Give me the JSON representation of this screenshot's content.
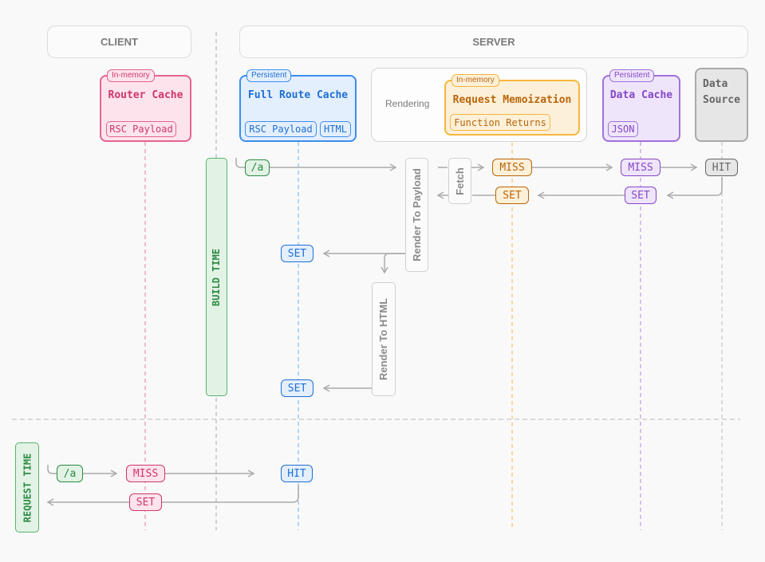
{
  "headers": {
    "client": "CLIENT",
    "server": "SERVER"
  },
  "router_cache": {
    "tag": "In-memory",
    "title": "Router Cache",
    "chips": [
      "RSC Payload"
    ]
  },
  "full_route_cache": {
    "tag": "Persistent",
    "title": "Full Route Cache",
    "chips": [
      "RSC Payload",
      "HTML"
    ]
  },
  "rendering": {
    "label": "Rendering",
    "memo_tag": "In-memory",
    "memo_title": "Request Memoization",
    "memo_chip": "Function Returns"
  },
  "data_cache": {
    "tag": "Persistent",
    "title": "Data Cache",
    "chips": [
      "JSON"
    ]
  },
  "data_source": {
    "title_line1": "Data",
    "title_line2": "Source"
  },
  "build_time": {
    "label": "BUILD TIME",
    "request": "/a",
    "render_to_payload": "Render To Payload",
    "fetch": "Fetch",
    "memo_miss": "MISS",
    "memo_set": "SET",
    "data_miss": "MISS",
    "data_set": "SET",
    "source_hit": "HIT",
    "route_set_payload": "SET",
    "render_to_html": "Render To HTML",
    "route_set_html": "SET"
  },
  "request_time": {
    "label": "REQUEST TIME",
    "request": "/a",
    "router_miss": "MISS",
    "route_hit": "HIT",
    "router_set": "SET"
  },
  "colors": {
    "router": "#e4638f",
    "route": "#3b8ef0",
    "memo": "#f6b63e",
    "data": "#a170dc",
    "source": "#a9a9a9",
    "time": "#58b26d"
  }
}
